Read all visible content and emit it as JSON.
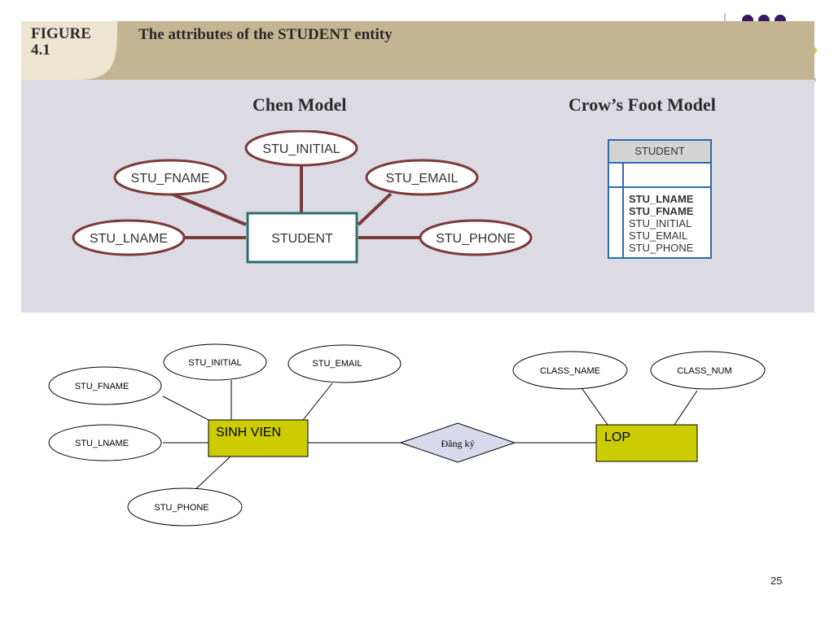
{
  "figure": {
    "label_line1": "FIGURE",
    "label_line2": "4.1",
    "title": "The attributes of the STUDENT entity"
  },
  "chen": {
    "title": "Chen Model",
    "entity": "STUDENT",
    "attributes": {
      "initial": "STU_INITIAL",
      "fname": "STU_FNAME",
      "email": "STU_EMAIL",
      "lname": "STU_LNAME",
      "phone": "STU_PHONE"
    }
  },
  "crowsfoot": {
    "title": "Crow’s Foot Model",
    "entity": "STUDENT",
    "attributes": [
      "STU_LNAME",
      "STU_FNAME",
      "STU_INITIAL",
      "STU_EMAIL",
      "STU_PHONE"
    ],
    "bold_count": 2
  },
  "erd": {
    "entity1": "SINH VIEN",
    "entity2": "LOP",
    "relationship": "Đăng ký",
    "attributes1": {
      "initial": "STU_INITIAL",
      "email": "STU_EMAIL",
      "fname": "STU_FNAME",
      "lname": "STU_LNAME",
      "phone": "STU_PHONE"
    },
    "attributes2": {
      "class_name": "CLASS_NAME",
      "class_num": "CLASS_NUM"
    }
  },
  "colors": {
    "header_band": "#c3b591",
    "figure_panel": "#dcdbe3",
    "chen_outline": "#7b3a3a",
    "entity_box": "#cccc00",
    "relationship_fill": "#d9d9ee",
    "bullet_dots": "#3a1a5e"
  },
  "page_number": "25"
}
